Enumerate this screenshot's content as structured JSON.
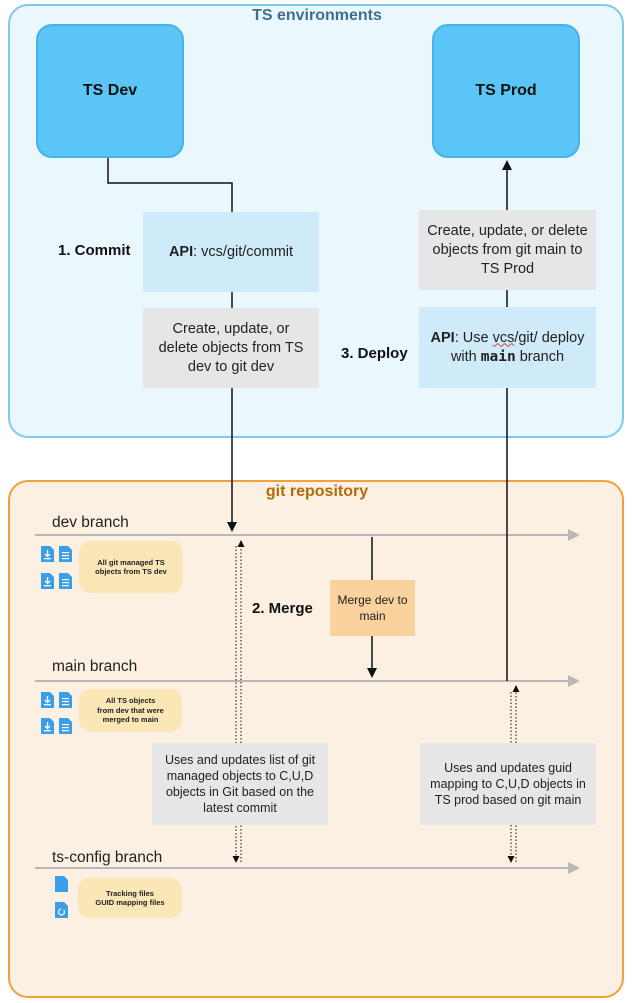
{
  "ts_panel": {
    "title": "TS environments"
  },
  "git_panel": {
    "title": "git repository"
  },
  "ts_dev": {
    "label": "TS Dev"
  },
  "ts_prod": {
    "label": "TS Prod"
  },
  "commit": {
    "step_label": "1. Commit",
    "api_prefix": "API",
    "api_text": ": vcs/git/commit",
    "description": "Create, update, or delete objects from TS dev to git dev"
  },
  "deploy": {
    "step_label": "3. Deploy",
    "description": "Create, update, or delete objects from git main to TS Prod",
    "api_prefix": "API",
    "api_text_1": ": Use ",
    "api_text_squiggle": "vcs",
    "api_text_2": "/git/ deploy with ",
    "api_code": "main",
    "api_text_3": " branch"
  },
  "merge": {
    "step_label": "2. Merge",
    "box_text": "Merge dev to main"
  },
  "branches": {
    "dev": "dev branch",
    "main": "main branch",
    "ts_config": "ts-config branch"
  },
  "notes": {
    "dev": [
      "All git managed TS",
      "objects from TS dev"
    ],
    "main": [
      "All TS objects",
      "from dev that were",
      "merged to main"
    ],
    "ts_config": [
      "Tracking files",
      "GUID mapping files"
    ]
  },
  "guid": {
    "dev": "Uses and updates list of git managed objects to C,U,D objects in Git based on the latest commit",
    "prod": "Uses and updates guid mapping to C,U,D objects in TS prod based on git main"
  },
  "icons": [
    "file-download-icon",
    "document-icon",
    "file-refresh-icon"
  ],
  "colors": {
    "env_box": "#5cc5f7",
    "ts_panel_border": "#7ccbea",
    "git_panel_border": "#f0a03c",
    "api_box": "#cfeaf9",
    "merge_box": "#f9d29e",
    "note_bg": "#fbe6b6"
  }
}
